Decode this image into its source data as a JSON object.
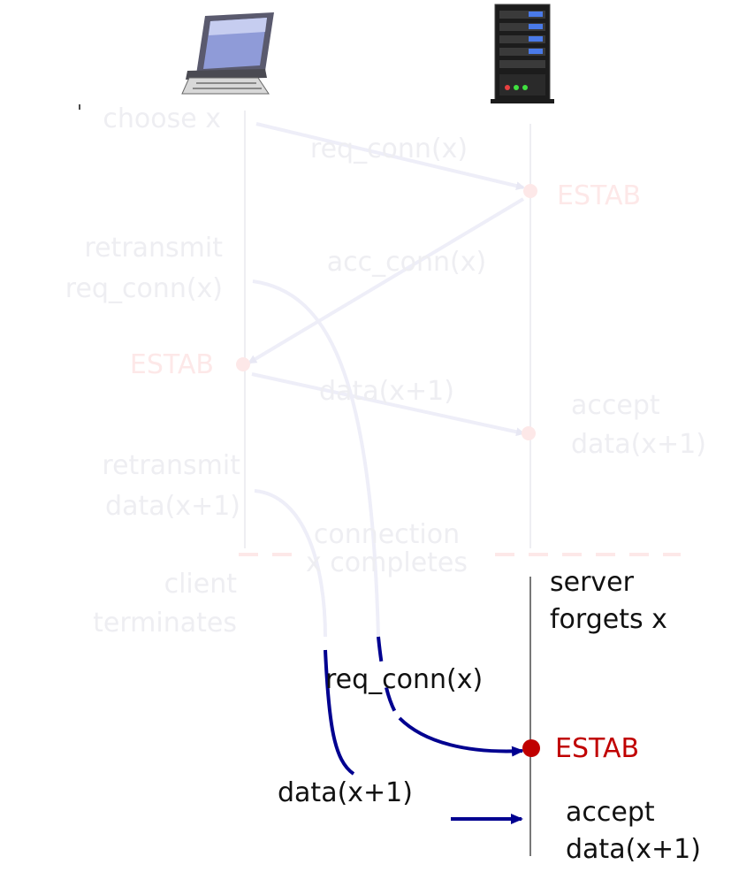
{
  "labels": {
    "client_choose": "choose x",
    "client_retransmit_req_line1": "retransmit",
    "client_retransmit_req_line2": "req_conn(x)",
    "client_estab": "ESTAB",
    "client_retransmit_data_line1": "retransmit",
    "client_retransmit_data_line2": "data(x+1)",
    "client_terminates_line1": "client",
    "client_terminates_line2": "terminates",
    "msg_req_conn_faded": "req_conn(x)",
    "msg_acc_conn_faded": "acc_conn(x)",
    "msg_data_faded": "data(x+1)",
    "connection_line1": "connection",
    "connection_line2": "x completes",
    "server_estab_faded": "ESTAB",
    "server_accept_faded_line1": "accept",
    "server_accept_faded_line2": "data(x+1)",
    "server_forgets_line1": "server",
    "server_forgets_line2": "forgets x",
    "msg_req_conn": "req_conn(x)",
    "server_estab": "ESTAB",
    "msg_data": "data(x+1)",
    "server_accept_line1": "accept",
    "server_accept_line2": "data(x+1)"
  },
  "colors": {
    "faded_gray": "#eeeef2",
    "faded_blue": "#eeeef8",
    "faded_red": "#fde8e8",
    "arrow_blue": "#000090",
    "estab_red": "#c00000",
    "server_line": "#777777"
  },
  "icons": [
    "client-computer-icon",
    "server-tower-icon"
  ]
}
